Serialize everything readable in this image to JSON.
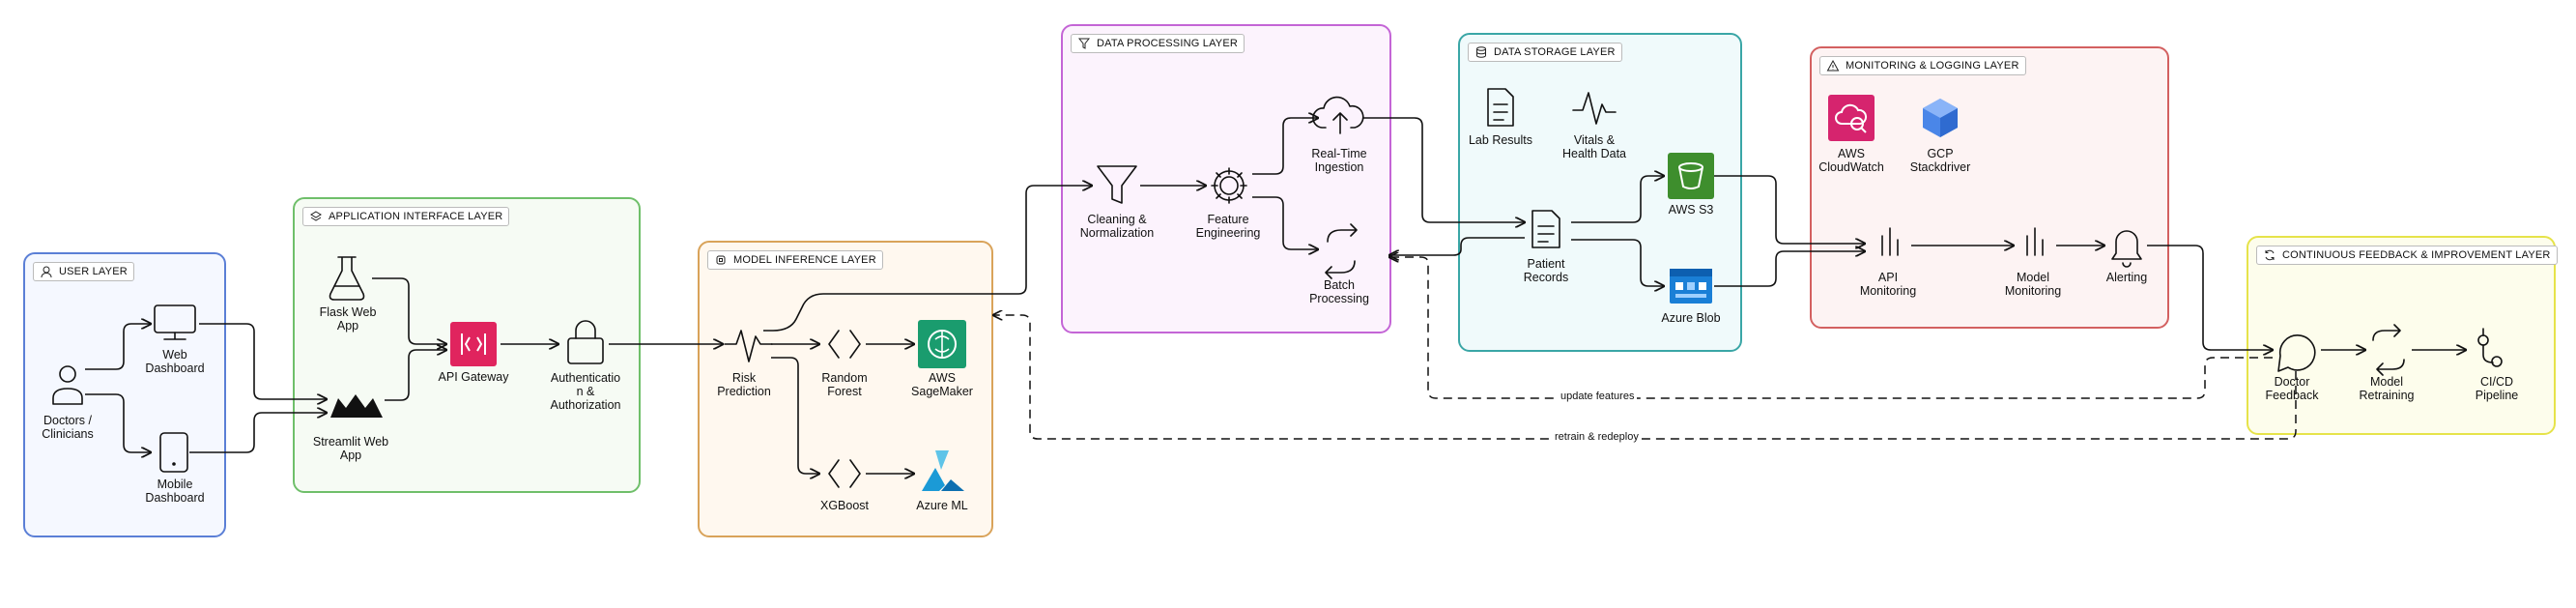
{
  "layers": {
    "user": "USER LAYER",
    "app": "APPLICATION INTERFACE LAYER",
    "model": "MODEL INFERENCE LAYER",
    "data": "DATA PROCESSING LAYER",
    "storage": "DATA STORAGE LAYER",
    "monitoring": "MONITORING & LOGGING LAYER",
    "feedback": "CONTINUOUS FEEDBACK & IMPROVEMENT LAYER"
  },
  "nodes": {
    "doctors": "Doctors /\nClinicians",
    "web_dashboard": "Web\nDashboard",
    "mobile_dashboard": "Mobile\nDashboard",
    "flask": "Flask Web\nApp",
    "streamlit": "Streamlit Web\nApp",
    "api_gateway": "API Gateway",
    "auth": "Authenticatio\nn &\nAuthorization",
    "risk": "Risk\nPrediction",
    "random_forest": "Random\nForest",
    "sagemaker": "AWS\nSageMaker",
    "xgboost": "XGBoost",
    "azure_ml": "Azure ML",
    "cleaning": "Cleaning &\nNormalization",
    "feature": "Feature\nEngineering",
    "realtime": "Real-Time\nIngestion",
    "batch": "Batch\nProcessing",
    "lab": "Lab Results",
    "vitals": "Vitals &\nHealth Data",
    "patient": "Patient\nRecords",
    "s3": "AWS S3",
    "blob": "Azure Blob",
    "cloudwatch": "AWS\nCloudWatch",
    "stackdriver": "GCP\nStackdriver",
    "api_monitoring": "API\nMonitoring",
    "model_monitoring": "Model\nMonitoring",
    "alerting": "Alerting",
    "doctor_feedback": "Doctor\nFeedback",
    "model_retraining": "Model\nRetraining",
    "cicd": "CI/CD\nPipeline"
  },
  "edges": {
    "update_features": "update features",
    "retrain_redeploy": "retrain & redeploy"
  },
  "colors": {
    "user": "#5b7fd6",
    "app": "#6fbf6a",
    "model": "#d9a35a",
    "data": "#c465d6",
    "storage": "#3aa6a6",
    "monitoring": "#d36060",
    "feedback": "#e6e34a",
    "api_gateway": "#e0245e",
    "sagemaker": "#1a9c6e",
    "azure_ml": "#1b9ad6",
    "s3": "#3e8e2d",
    "blob": "#1a7fd6",
    "cloudwatch": "#d6246e",
    "stackdriver": "#4a86e8"
  }
}
